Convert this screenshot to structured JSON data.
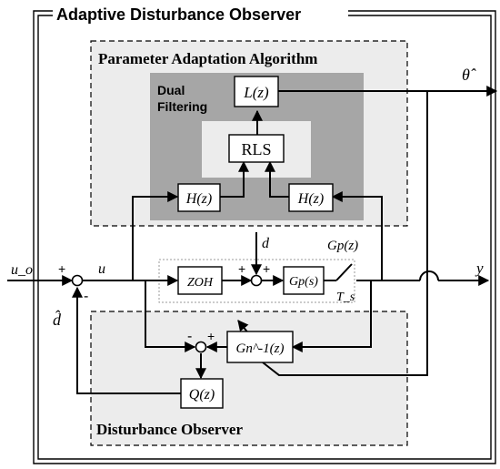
{
  "colors": {
    "line": "#000000",
    "light_region": "#ececec",
    "dark_region": "#a6a6a6",
    "block_fill": "#ffffff"
  },
  "titles": {
    "outer": "Adaptive Disturbance Observer",
    "paa": "Parameter Adaptation Algorithm",
    "dual_filtering_line1": "Dual",
    "dual_filtering_line2": "Filtering",
    "dob": "Disturbance Observer"
  },
  "blocks": {
    "L": "L(z)",
    "RLS": "RLS",
    "H_left": "H(z)",
    "H_right": "H(z)",
    "ZOH": "ZOH",
    "Gp_s": "Gp(s)",
    "Gn_inv": "Gn^-1(z)",
    "Q": "Q(z)"
  },
  "signals": {
    "theta_hat": "θ̂",
    "u_o": "u_o",
    "u": "u",
    "d": "d",
    "Gp_z": "Gp(z)",
    "y": "y",
    "T_s": "T_s",
    "d_hat": "d̂"
  },
  "signs": {
    "sum1_top": "+",
    "sum1_bottom": "-",
    "sum2_left": "+",
    "sum2_top": "+",
    "sum3_left": "-",
    "sum3_right": "+"
  }
}
